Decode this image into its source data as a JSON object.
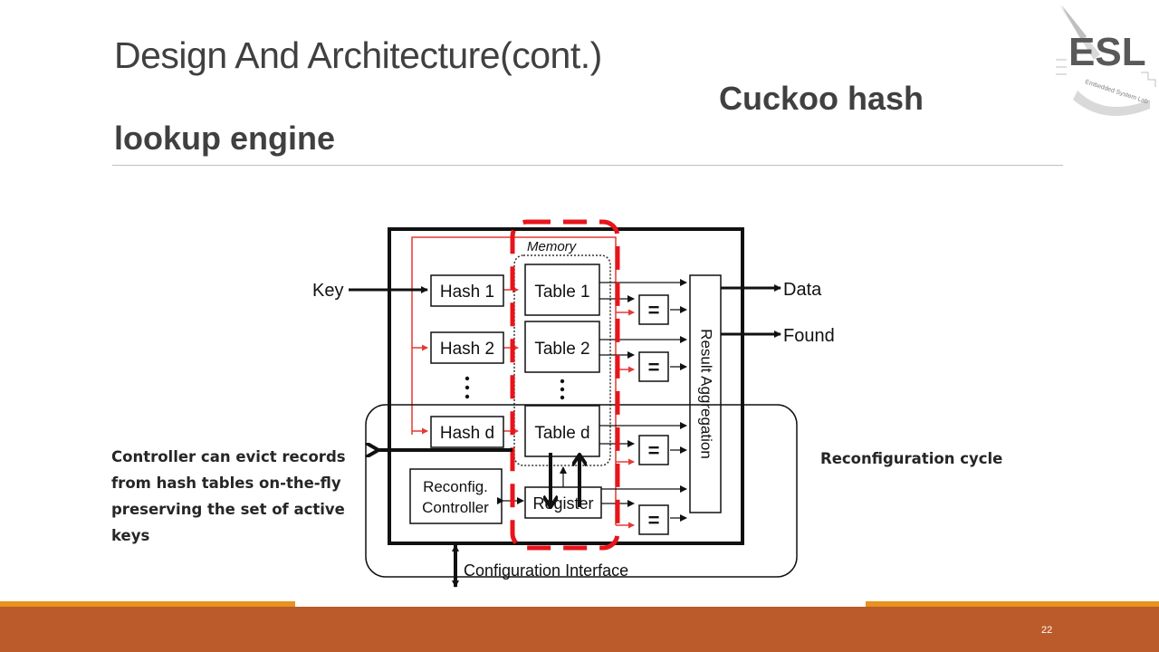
{
  "slide": {
    "title": "Design And Architecture(cont.)",
    "subtitle_part1": "Cuckoo hash",
    "subtitle_part2": "lookup engine",
    "page_number": "22"
  },
  "logo": {
    "text": "ESL",
    "tagline": "Embedded System Lab"
  },
  "diagram": {
    "memory_label": "Memory",
    "input_key": "Key",
    "output_data": "Data",
    "output_found": "Found",
    "hash_units": [
      "Hash 1",
      "Hash 2",
      "Hash d"
    ],
    "tables": [
      "Table 1",
      "Table 2",
      "Table d"
    ],
    "comparator_symbol": "=",
    "aggregation_label": "Result Aggregation",
    "controller_label_line1": "Reconfig.",
    "controller_label_line2": "Controller",
    "register_label": "Register",
    "config_interface": "Configuration Interface"
  },
  "annotations": {
    "left_callout": "Controller can evict records from hash tables on-the-fly preserving the set of active keys",
    "right_callout": "Reconfiguration cycle"
  },
  "colors": {
    "title_text": "#404040",
    "footer_band": "#bb5a2a",
    "footer_accent": "#e8921f",
    "highlight_red": "#e8141b",
    "diagram_red": "#e53935"
  }
}
